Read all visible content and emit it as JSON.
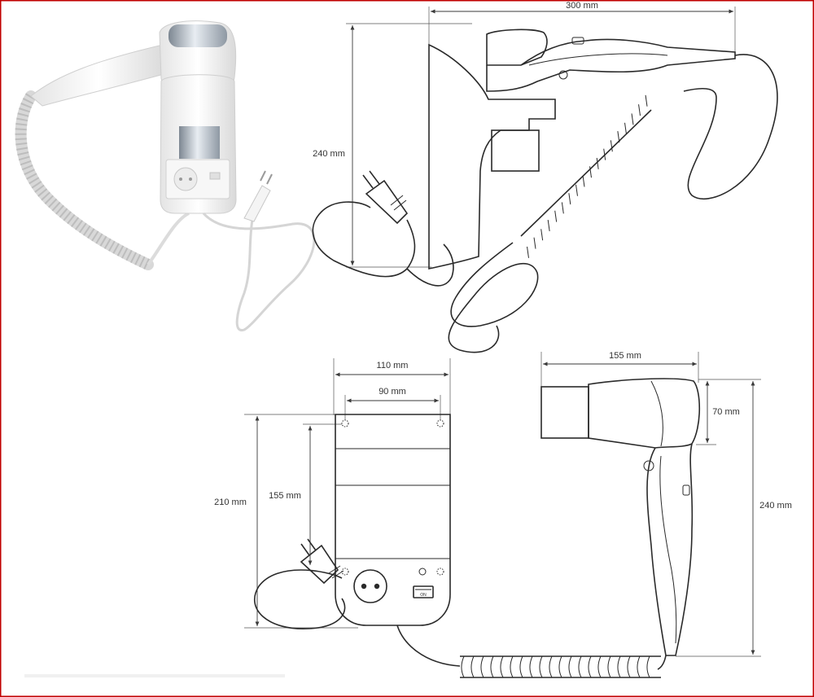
{
  "colors": {
    "frame": "#c00000",
    "outline": "#2a2a2a",
    "dimension": "#3a3a3a",
    "product_body": "#f2f2f2",
    "chrome": "#a9b2bb"
  },
  "side_view": {
    "width_label": "300 mm",
    "height_label": "240 mm"
  },
  "front_view": {
    "width_outer_label": "110 mm",
    "width_inner_label": "90 mm",
    "height_outer_label": "210 mm",
    "height_inner_label": "155 mm",
    "switch_label": "ON"
  },
  "dryer_view": {
    "length_label": "155 mm",
    "nozzle_label": "70 mm",
    "height_label": "240 mm"
  }
}
